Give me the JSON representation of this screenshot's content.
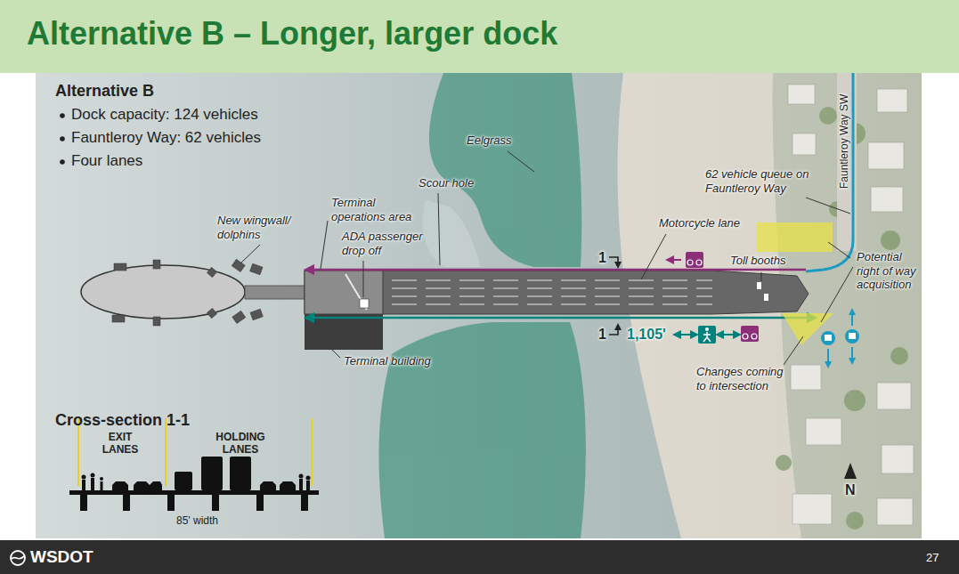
{
  "diagram": {
    "title": "Alternative B – Longer, larger dock",
    "labels": [
      "Alternative B",
      "Dock capacity: 124 vehicles",
      "Fauntleroy Way: 62 vehicles",
      "Four lanes",
      "Eelgrass",
      "Scour hole",
      "Terminal operations area",
      "ADA passenger drop off",
      "New wingwall/ dolphins",
      "Motorcycle lane",
      "62 vehicle queue on Fauntleroy Way",
      "Toll booths",
      "Potential right of way acquisition",
      "Fauntleroy Way SW",
      "1",
      "1",
      "1,105'",
      "Terminal building",
      "Changes coming to intersection",
      "N",
      "Cross-section 1-1",
      "EXIT LANES",
      "HOLDING LANES",
      "85' width",
      "WSDOT",
      "27"
    ]
  }
}
